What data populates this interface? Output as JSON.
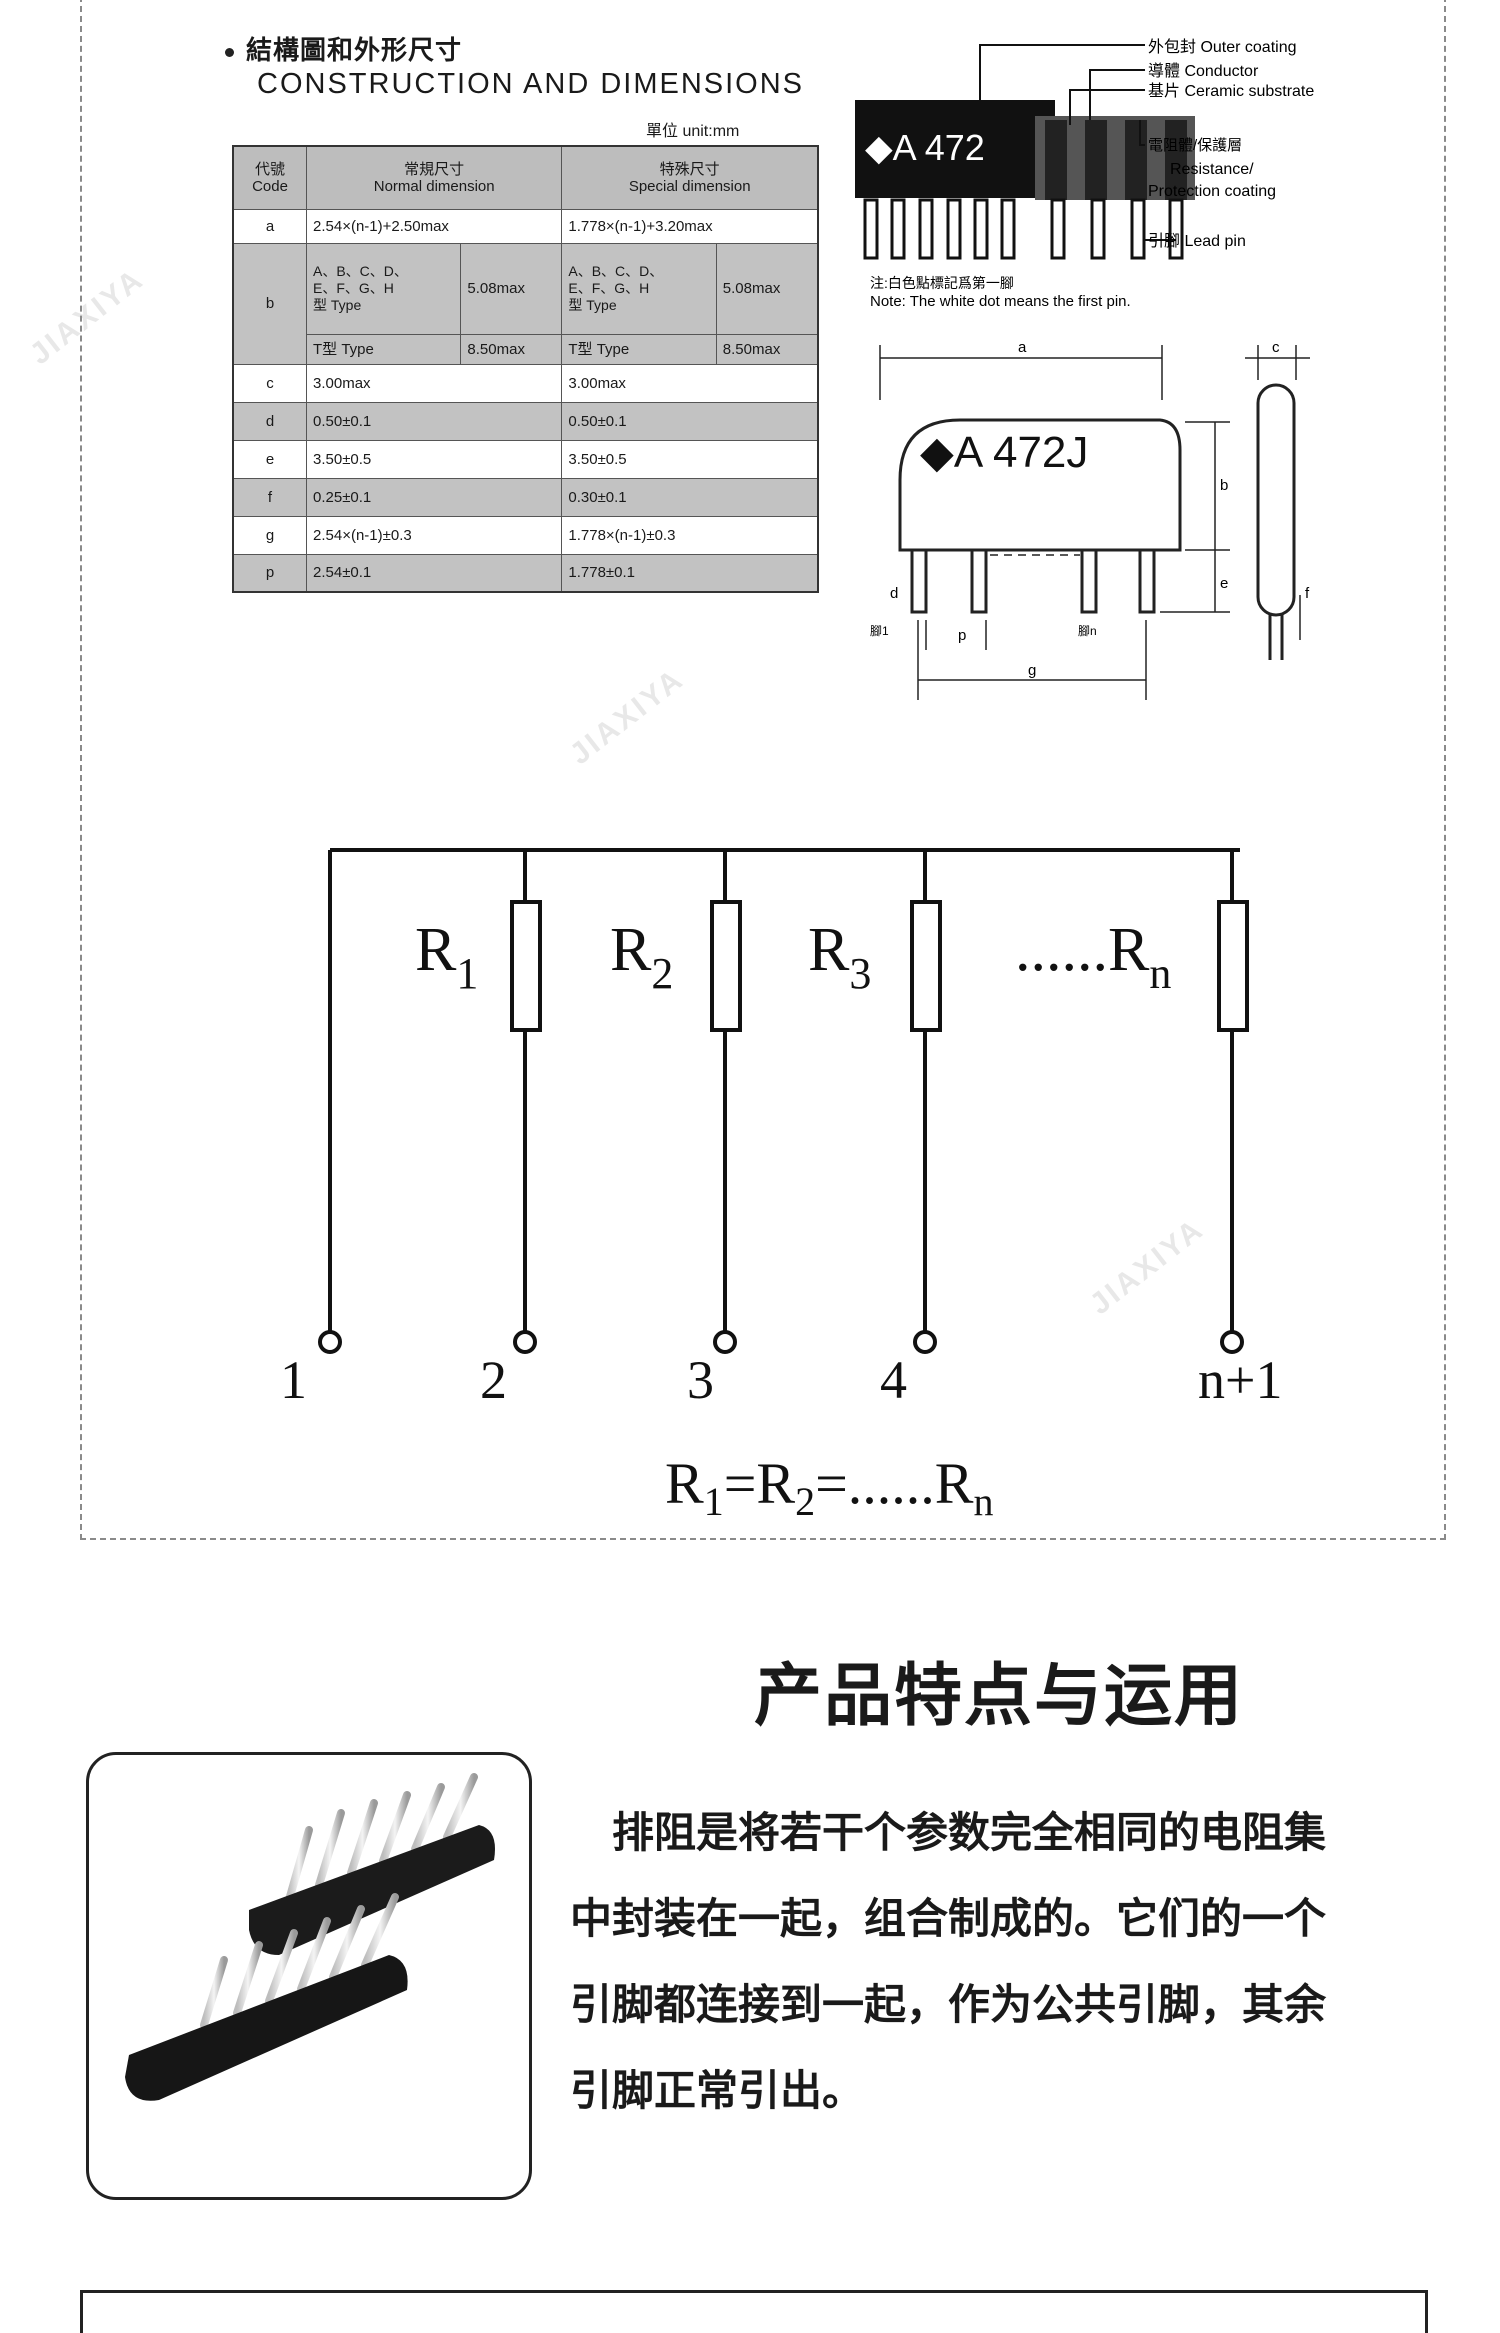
{
  "section1": {
    "title_cn": "結構圖和外形尺寸",
    "title_en": "CONSTRUCTION AND DIMENSIONS",
    "unit": "單位 unit:mm"
  },
  "table": {
    "header": {
      "code_cn": "代號",
      "code_en": "Code",
      "normal_cn": "常規尺寸",
      "normal_en": "Normal dimension",
      "special_cn": "特殊尺寸",
      "special_en": "Special dimension"
    },
    "rows": {
      "a": {
        "code": "a",
        "normal": "2.54×(n-1)+2.50max",
        "special": "1.778×(n-1)+3.20max"
      },
      "b": {
        "code": "b",
        "normal_types_1": "A、B、C、D、",
        "normal_types_2": "E、F、G、H",
        "normal_types_3": "型 Type",
        "normal_val1": "5.08max",
        "special_types_1": "A、B、C、D、",
        "special_types_2": "E、F、G、H",
        "special_types_3": "型 Type",
        "special_val1": "5.08max",
        "t_type": "T型 Type",
        "val2": "8.50max"
      },
      "c": {
        "code": "c",
        "normal": "3.00max",
        "special": "3.00max"
      },
      "d": {
        "code": "d",
        "normal": "0.50±0.1",
        "special": "0.50±0.1"
      },
      "e": {
        "code": "e",
        "normal": "3.50±0.5",
        "special": "3.50±0.5"
      },
      "f": {
        "code": "f",
        "normal": "0.25±0.1",
        "special": "0.30±0.1"
      },
      "g": {
        "code": "g",
        "normal": "2.54×(n-1)±0.3",
        "special": "1.778×(n-1)±0.3"
      },
      "p": {
        "code": "p",
        "normal": "2.54±0.1",
        "special": "1.778±0.1"
      }
    }
  },
  "construction": {
    "marking": "◆A 472J",
    "marking_short": "◆A 472",
    "labels": {
      "outer": "外包封 Outer coating",
      "conductor": "導體 Conductor",
      "substrate": "基片 Ceramic substrate",
      "resistance_cn": "電阻體/保護層",
      "resistance_en1": "Resistance/",
      "resistance_en2": "Protection coating",
      "lead": "引腳 Lead pin"
    },
    "note_cn": "注:白色點標記爲第一腳",
    "note_en": "Note: The white dot means the first pin."
  },
  "dims": {
    "a": "a",
    "b": "b",
    "c": "c",
    "d": "d",
    "e": "e",
    "f": "f",
    "g": "g",
    "p": "p",
    "pin1": "腳1",
    "pinn": "腳n"
  },
  "schematic": {
    "resistors": [
      "R",
      "R",
      "R",
      "......R"
    ],
    "subs": [
      "1",
      "2",
      "3",
      "n"
    ],
    "pins": [
      "1",
      "2",
      "3",
      "4",
      "n+1"
    ],
    "formula_parts": [
      "R",
      "1",
      "=R",
      "2",
      "=......R",
      "n"
    ]
  },
  "features": {
    "title": "产品特点与运用",
    "lines": [
      "　排阻是将若干个参数完全相同的电阻集",
      "中封装在一起，组合制成的。它们的一个",
      "引脚都连接到一起，作为公共引脚，其余",
      "引脚正常引出。"
    ]
  },
  "colors": {
    "table_gray": "#c2c2c2",
    "table_head": "#bdbdbd",
    "frame_dash": "#8a8a8a",
    "ink": "#1a1a1a"
  }
}
